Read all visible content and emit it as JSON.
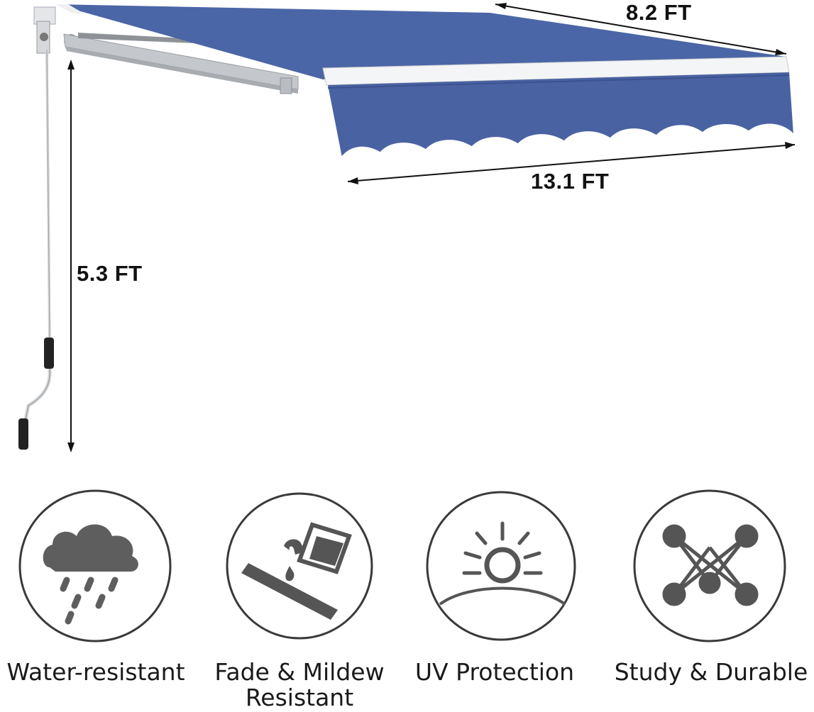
{
  "dimensions": {
    "depth": "8.2 FT",
    "width": "13.1 FT",
    "height": "5.3 FT"
  },
  "colors": {
    "fabric": "#4a64a3",
    "fabric_dark": "#3e5794",
    "frame": "#c9ccd0",
    "icon_gray": "#5a5a5a",
    "circle_stroke": "#3a3a3a"
  },
  "features": [
    {
      "icon": "rain-cloud-icon",
      "line1": "Water-resistant",
      "line2": ""
    },
    {
      "icon": "paint-brush-icon",
      "line1": "Fade & Mildew",
      "line2": "Resistant"
    },
    {
      "icon": "sun-icon",
      "line1": "UV Protection",
      "line2": ""
    },
    {
      "icon": "molecule-icon",
      "line1": "Study & Durable",
      "line2": ""
    }
  ]
}
